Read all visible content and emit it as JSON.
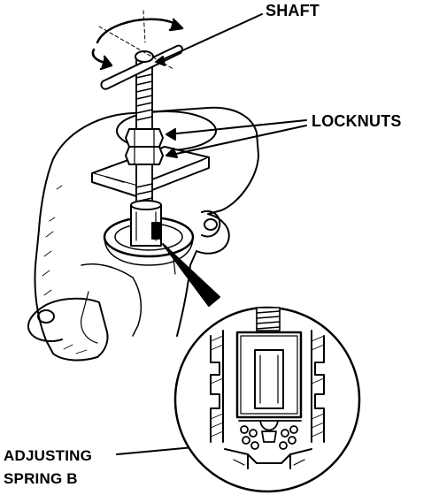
{
  "labels": {
    "shaft": "SHAFT",
    "locknuts": "LOCKNUTS",
    "adjusting_line1": "ADJUSTING",
    "adjusting_line2": "SPRING B"
  },
  "colors": {
    "ink": "#000000",
    "paper": "#ffffff"
  }
}
